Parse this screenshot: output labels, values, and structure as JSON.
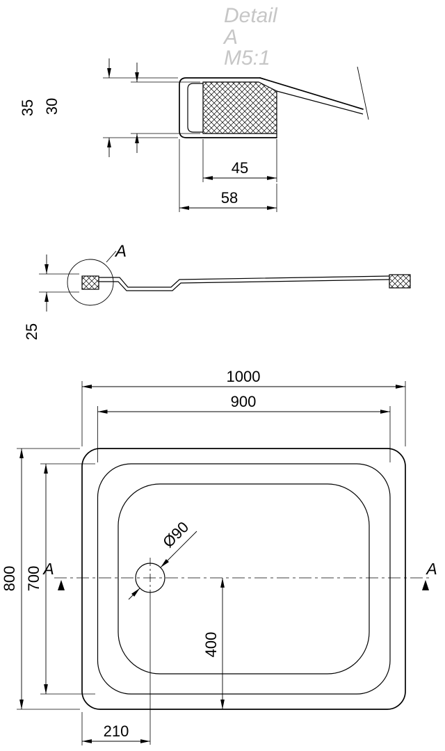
{
  "detail_view": {
    "title": {
      "line1": "Detail",
      "line2": "A",
      "line3": "M5:1"
    },
    "dim_height_outer": "35",
    "dim_height_inner": "30",
    "dim_width_inner": "45",
    "dim_width_outer": "58"
  },
  "side_view": {
    "detail_marker": "A",
    "dim_height": "25"
  },
  "plan_view": {
    "dim_width_outer": "1000",
    "dim_width_inner": "900",
    "dim_depth_outer": "800",
    "dim_depth_inner": "700",
    "drain_diameter": "Ø90",
    "dim_drain_from_bottom": "400",
    "dim_drain_from_left": "210",
    "section_label_left": "A",
    "section_label_right": "A"
  },
  "colors": {
    "line_color": "#000000",
    "title_color": "#c6c6c6",
    "background": "#ffffff"
  }
}
